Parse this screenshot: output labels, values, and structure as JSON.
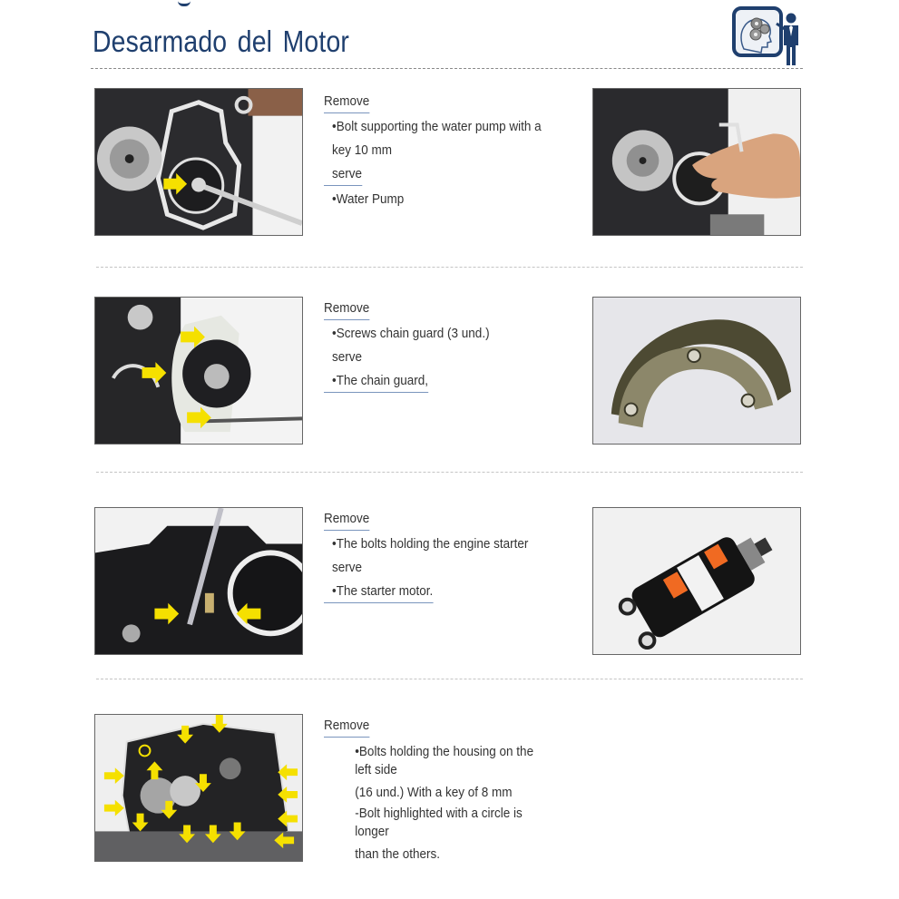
{
  "header": {
    "title": "Desarmado del Motor",
    "logo_icon": "presenter-gears-head-icon",
    "accent_color": "#1f3f6e"
  },
  "steps": [
    {
      "heading": "Remove",
      "lines": [
        "•Bolt supporting the water pump with a",
        "key 10 mm"
      ],
      "serve_label": "serve",
      "result_lines": [
        "•Water Pump"
      ],
      "left_photo": "water-pump-bolt-wrench-photo",
      "right_photo": "water-pump-removal-hand-photo"
    },
    {
      "heading": "Remove",
      "lines": [
        "•Screws chain guard (3 und.)"
      ],
      "serve_label": "serve",
      "result_lines": [
        "•The chain guard,"
      ],
      "left_photo": "chain-guard-screws-arrows-photo",
      "right_photo": "chain-guard-part-photo"
    },
    {
      "heading": "Remove",
      "lines": [
        "•The bolts holding the engine starter"
      ],
      "serve_label": "serve",
      "result_lines": [
        "•The starter motor."
      ],
      "left_photo": "starter-bolts-arrows-photo",
      "right_photo": "starter-motor-part-photo"
    },
    {
      "heading": "Remove",
      "lines": [
        "•Bolts holding the housing on the",
        "left side",
        "(16 und.) With a key of 8 mm",
        "-Bolt highlighted with a circle is",
        "longer",
        "than the others."
      ],
      "left_photo": "left-housing-bolts-arrows-photo"
    }
  ],
  "colors": {
    "arrow": "#f5e000",
    "text": "#333333",
    "underline": "#7a95bd",
    "photo_border": "#666666"
  }
}
